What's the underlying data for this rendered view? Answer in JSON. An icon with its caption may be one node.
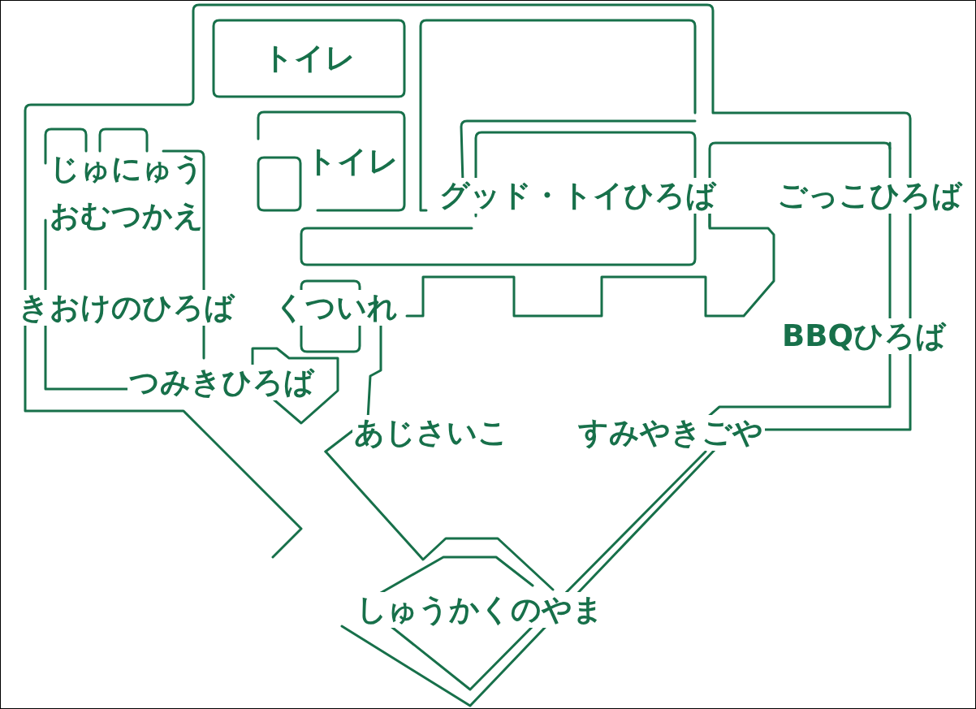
{
  "diagram": {
    "nodes": [
      {
        "text": [
          "トイレ"
        ]
      },
      {
        "text": [
          "トイレ"
        ]
      }
    ],
    "labels": [
      "じゅにゅうおむつかえ",
      "グッド・トイひろば",
      "ごっこひろば",
      "きおけのひろば",
      "くついれ",
      "BBQひろば",
      "つみきひろば",
      "あじさいこ",
      "すみやきごや",
      "しゅうかくのやま"
    ]
  }
}
